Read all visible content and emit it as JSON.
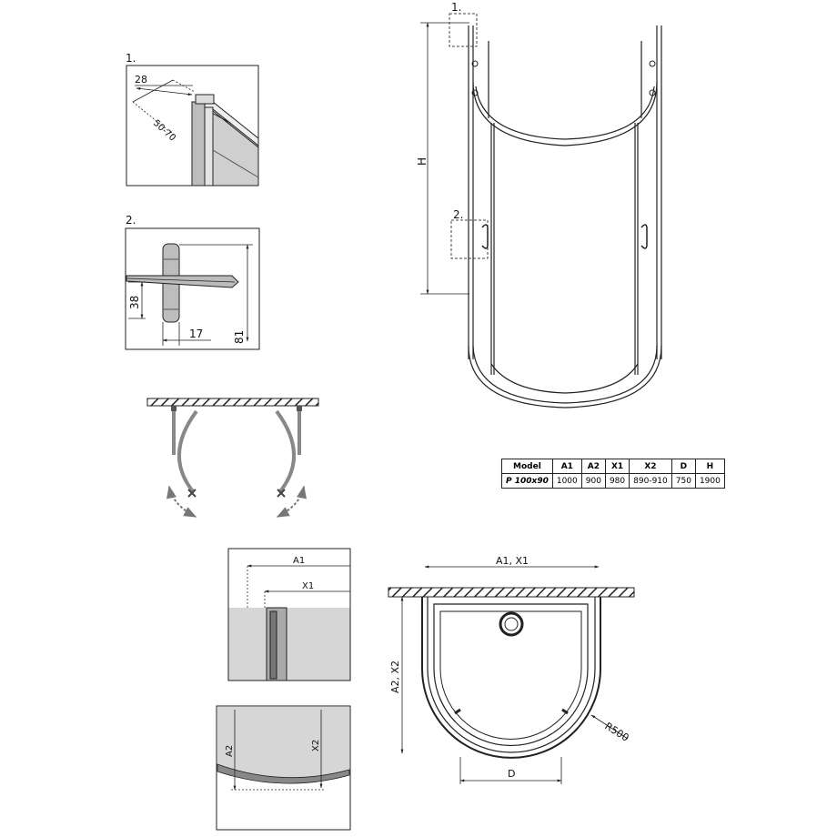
{
  "details": {
    "detail1": {
      "label": "1.",
      "dim_a": "28",
      "dim_b": "50-70"
    },
    "detail2": {
      "label": "2.",
      "dim_a": "38",
      "dim_b": "17",
      "dim_c": "81"
    }
  },
  "elevation": {
    "label_h": "H",
    "marker1": "1.",
    "marker2": "2."
  },
  "spec_table": {
    "headers": [
      "Model",
      "A1",
      "A2",
      "X1",
      "X2",
      "D",
      "H"
    ],
    "row": [
      "P 100x90",
      "1000",
      "900",
      "980",
      "890-910",
      "750",
      "1900"
    ]
  },
  "plan": {
    "dim_width": "A1, X1",
    "dim_depth": "A2, X2",
    "dim_d": "D",
    "dim_r": "R500"
  },
  "section_top": {
    "dim_a1": "A1",
    "dim_x1": "X1"
  },
  "section_bottom": {
    "dim_a2": "A2",
    "dim_x2": "X2"
  }
}
